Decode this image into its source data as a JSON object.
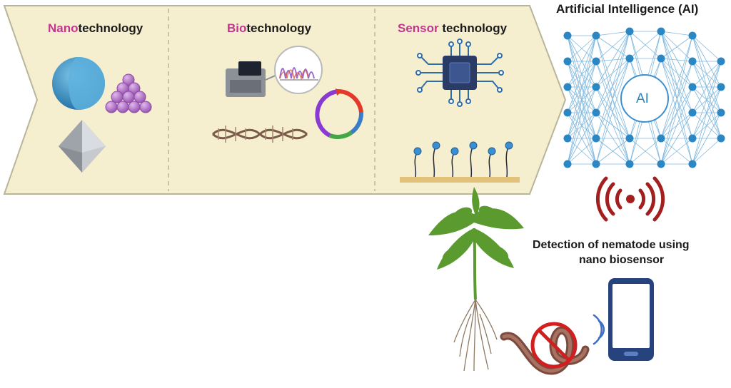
{
  "panels": [
    {
      "prefix": "Nano",
      "suffix": "technology"
    },
    {
      "prefix": "Bio",
      "suffix": "technology"
    },
    {
      "prefix": "Sensor",
      "suffix": " technology"
    }
  ],
  "ai": {
    "title": "Artificial Intelligence (AI)",
    "node_label": "AI"
  },
  "detection": {
    "line1": "Detection of nematode using",
    "line2": "nano biosensor"
  },
  "colors": {
    "arrow_fill": "#f5efcf",
    "arrow_stroke": "#b9b59a",
    "highlight_text": "#c2368e",
    "network_blue": "#2b86c4",
    "signal_red": "#a31f1f",
    "plant_green": "#5b9a2f",
    "worm_brown": "#8a5a4a",
    "phone_blue": "#27437d"
  },
  "icons": [
    "sphere-icon",
    "nanoparticle-cluster-icon",
    "octahedron-icon",
    "sequencer-icon",
    "chromatogram-icon",
    "plasmid-icon",
    "dna-helix-icon",
    "chip-icon",
    "biosensor-surface-icon",
    "neural-network-icon",
    "signal-icon",
    "plant-icon",
    "nematode-icon",
    "prohibition-icon",
    "smartphone-icon",
    "wireless-icon"
  ]
}
